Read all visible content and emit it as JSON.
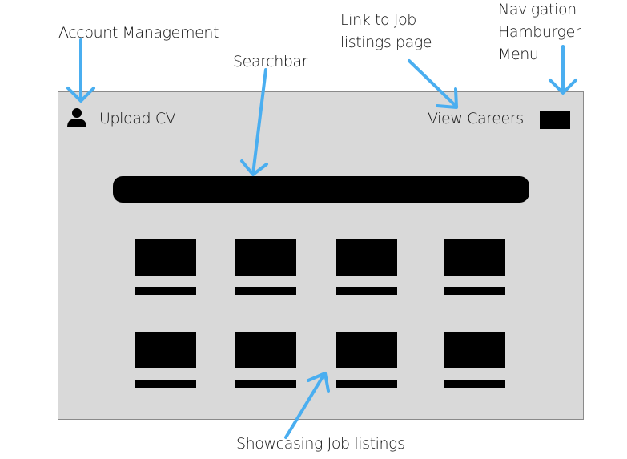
{
  "annotations": {
    "account_management": "Account Management",
    "searchbar": "Searchbar",
    "job_link_line1": "Link to Job",
    "job_link_line2": "listings page",
    "nav_line1": "Navigation",
    "nav_line2": "Hamburger",
    "nav_line3": "Menu",
    "showcasing": "Showcasing Job listings"
  },
  "header": {
    "upload_cv": "Upload CV",
    "view_careers": "View Careers",
    "account_icon": "person-icon",
    "hamburger_icon": "hamburger-menu-icon"
  },
  "listings": {
    "rows": 2,
    "columns": 4
  },
  "colors": {
    "arrow": "#4aaef0",
    "frame_background": "#d9d9d9",
    "placeholder_fill": "#000000"
  }
}
